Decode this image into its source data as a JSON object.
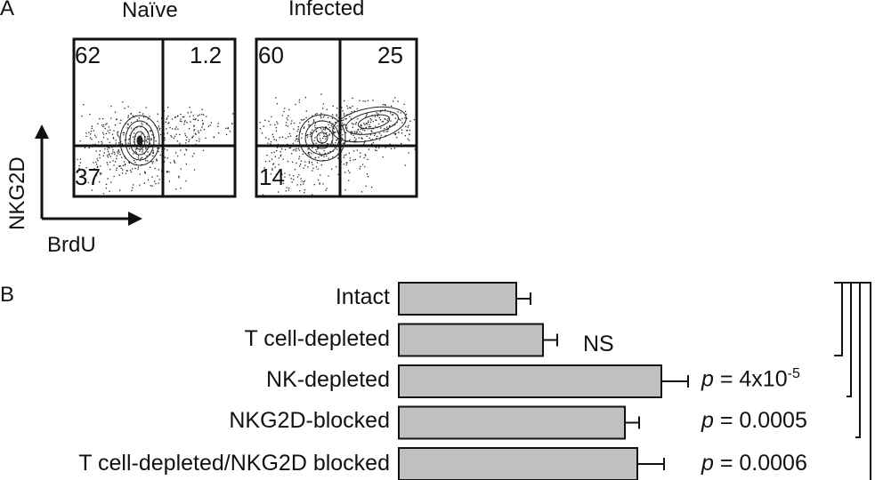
{
  "panel_a": {
    "letter": "A",
    "y_axis_label": "NKG2D",
    "x_axis_label": "BrdU",
    "plots": [
      {
        "title": "Naïve",
        "quadrants": {
          "upper_left": "62",
          "upper_right": "1.2",
          "lower_left": "37"
        }
      },
      {
        "title": "Infected",
        "quadrants": {
          "upper_left": "60",
          "upper_right": "25",
          "lower_left": "14"
        }
      }
    ]
  },
  "panel_b": {
    "letter": "B",
    "annotation_ns": "NS",
    "p_values": [
      {
        "p": "p",
        "rest": " = 4x10",
        "sup": "-5"
      },
      {
        "p": "p",
        "rest": " = 0.0005",
        "sup": ""
      },
      {
        "p": "p",
        "rest": " = 0.0006",
        "sup": ""
      }
    ]
  },
  "chart_data": {
    "type": "bar",
    "orientation": "horizontal",
    "categories": [
      "Intact",
      "T cell-depleted",
      "NK-depleted",
      "NKG2D-blocked",
      "T cell-depleted/NKG2D blocked"
    ],
    "values": [
      132,
      162,
      295,
      254,
      268
    ],
    "errors": [
      16,
      16,
      30,
      16,
      30
    ],
    "xlim": [
      0,
      400
    ],
    "bar_color": "#c0c0c0",
    "grid": false
  }
}
